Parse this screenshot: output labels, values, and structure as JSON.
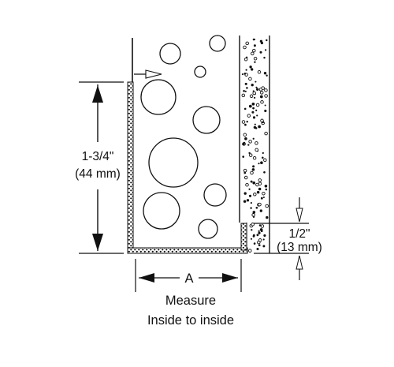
{
  "dimensions": {
    "height_imperial": "1-3/4\"",
    "height_metric": "(44 mm)",
    "lip_imperial": "1/2\"",
    "lip_metric": "(13 mm)",
    "width_label": "A"
  },
  "caption": {
    "line1": "Measure",
    "line2": "Inside to inside"
  },
  "colors": {
    "ink": "#111111",
    "background": "#ffffff"
  }
}
